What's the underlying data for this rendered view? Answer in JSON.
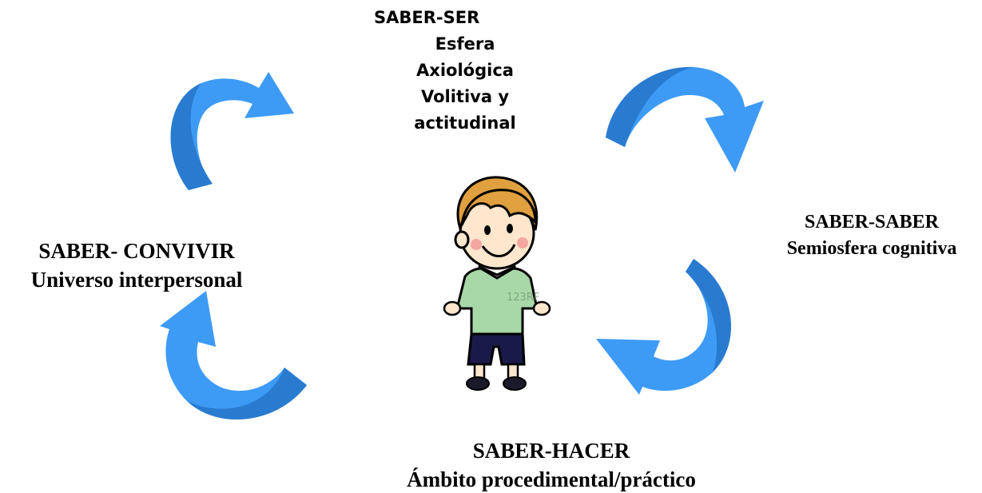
{
  "diagram": {
    "top": {
      "lines": [
        "SABER-SER",
        "Esfera",
        "Axiológica",
        "Volitiva y",
        "actitudinal"
      ]
    },
    "right": {
      "lines": [
        "SABER-SABER",
        "Semiosfera cognitiva"
      ]
    },
    "left": {
      "lines": [
        "SABER- CONVIVIR",
        "Universo interpersonal"
      ]
    },
    "bottom": {
      "lines": [
        "SABER-HACER",
        "Ámbito procedimental/práctico"
      ]
    },
    "center_image": {
      "watermark": "123RF"
    },
    "colors": {
      "arrow_light": "#3d9bf5",
      "arrow_dark": "#2675c9",
      "text": "#000000"
    }
  }
}
